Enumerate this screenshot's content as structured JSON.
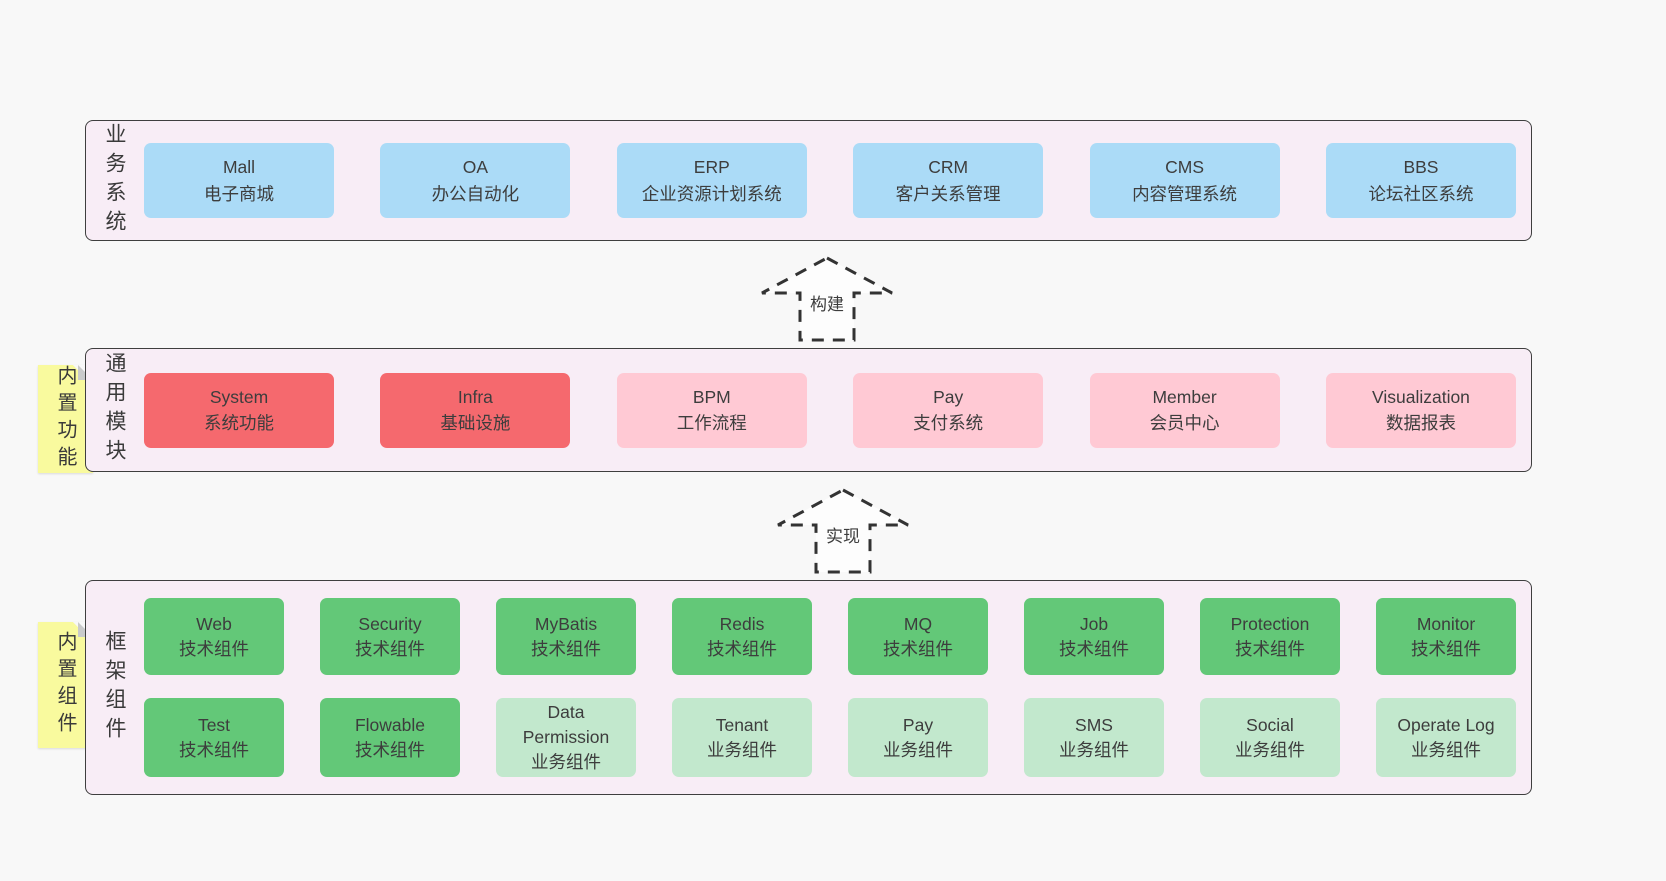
{
  "colors": {
    "page-bg": "#f8f8f8",
    "band-bg": "#f8edf6",
    "band-border": "#3f3f3f",
    "box-blue": "#abdbf7",
    "box-red": "#f5696e",
    "box-pink": "#ffc9d4",
    "box-green": "#63c878",
    "box-lightgreen": "#c2e8cd",
    "sticky-yellow": "#f9fa9e",
    "sticky-fold": "#c9cacb",
    "text": "#3d3d3d",
    "arrow-line": "#333333",
    "arrow-fill": "#fdfdfd"
  },
  "arrows": [
    {
      "label": "构建"
    },
    {
      "label": "实现"
    }
  ],
  "bands": [
    {
      "name": "business-systems",
      "label": "业务系统",
      "sticky": null,
      "rows": [
        [
          {
            "title": "Mall",
            "subtitle": "电子商城",
            "variant": "blue"
          },
          {
            "title": "OA",
            "subtitle": "办公自动化",
            "variant": "blue"
          },
          {
            "title": "ERP",
            "subtitle": "企业资源计划系统",
            "variant": "blue"
          },
          {
            "title": "CRM",
            "subtitle": "客户关系管理",
            "variant": "blue"
          },
          {
            "title": "CMS",
            "subtitle": "内容管理系统",
            "variant": "blue"
          },
          {
            "title": "BBS",
            "subtitle": "论坛社区系统",
            "variant": "blue"
          }
        ]
      ]
    },
    {
      "name": "common-modules",
      "label": "通用模块",
      "sticky": "内置功能",
      "rows": [
        [
          {
            "title": "System",
            "subtitle": "系统功能",
            "variant": "red"
          },
          {
            "title": "Infra",
            "subtitle": "基础设施",
            "variant": "red"
          },
          {
            "title": "BPM",
            "subtitle": "工作流程",
            "variant": "pink"
          },
          {
            "title": "Pay",
            "subtitle": "支付系统",
            "variant": "pink"
          },
          {
            "title": "Member",
            "subtitle": "会员中心",
            "variant": "pink"
          },
          {
            "title": "Visualization",
            "subtitle": "数据报表",
            "variant": "pink"
          }
        ]
      ]
    },
    {
      "name": "framework-components",
      "label": "框架组件",
      "sticky": "内置组件",
      "rows": [
        [
          {
            "title": "Web",
            "subtitle": "技术组件",
            "variant": "green"
          },
          {
            "title": "Security",
            "subtitle": "技术组件",
            "variant": "green"
          },
          {
            "title": "MyBatis",
            "subtitle": "技术组件",
            "variant": "green"
          },
          {
            "title": "Redis",
            "subtitle": "技术组件",
            "variant": "green"
          },
          {
            "title": "MQ",
            "subtitle": "技术组件",
            "variant": "green"
          },
          {
            "title": "Job",
            "subtitle": "技术组件",
            "variant": "green"
          },
          {
            "title": "Protection",
            "subtitle": "技术组件",
            "variant": "green"
          },
          {
            "title": "Monitor",
            "subtitle": "技术组件",
            "variant": "green"
          }
        ],
        [
          {
            "title": "Test",
            "subtitle": "技术组件",
            "variant": "green"
          },
          {
            "title": "Flowable",
            "subtitle": "技术组件",
            "variant": "green"
          },
          {
            "title": "Data Permission",
            "subtitle": "业务组件",
            "variant": "lightgreen"
          },
          {
            "title": "Tenant",
            "subtitle": "业务组件",
            "variant": "lightgreen"
          },
          {
            "title": "Pay",
            "subtitle": "业务组件",
            "variant": "lightgreen"
          },
          {
            "title": "SMS",
            "subtitle": "业务组件",
            "variant": "lightgreen"
          },
          {
            "title": "Social",
            "subtitle": "业务组件",
            "variant": "lightgreen"
          },
          {
            "title": "Operate Log",
            "subtitle": "业务组件",
            "variant": "lightgreen"
          }
        ]
      ]
    }
  ]
}
